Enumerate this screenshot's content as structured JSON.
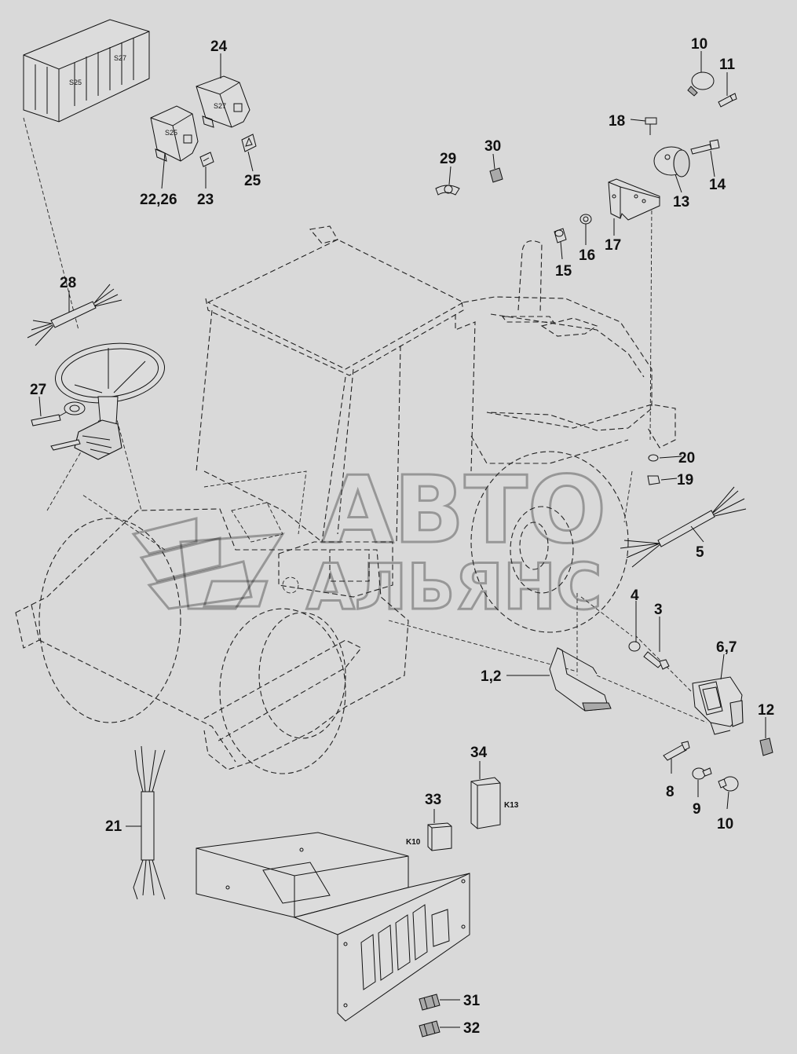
{
  "watermark": {
    "line1": "АВТО",
    "line2": "АЛЬЯНС"
  },
  "switch_labels": {
    "s25": "S25",
    "s27": "S27"
  },
  "relay_labels": {
    "k10": "K10",
    "k13": "K13"
  },
  "callouts": {
    "c1_2": "1,2",
    "c3": "3",
    "c4": "4",
    "c5": "5",
    "c6_7": "6,7",
    "c8": "8",
    "c9": "9",
    "c10_top": "10",
    "c10_bottom": "10",
    "c11": "11",
    "c12": "12",
    "c13": "13",
    "c14": "14",
    "c15": "15",
    "c16": "16",
    "c17": "17",
    "c18": "18",
    "c19": "19",
    "c20": "20",
    "c21": "21",
    "c22_26": "22,26",
    "c23": "23",
    "c24": "24",
    "c25": "25",
    "c27": "27",
    "c28": "28",
    "c29": "29",
    "c30": "30",
    "c31": "31",
    "c32": "32",
    "c33": "33",
    "c34": "34"
  }
}
